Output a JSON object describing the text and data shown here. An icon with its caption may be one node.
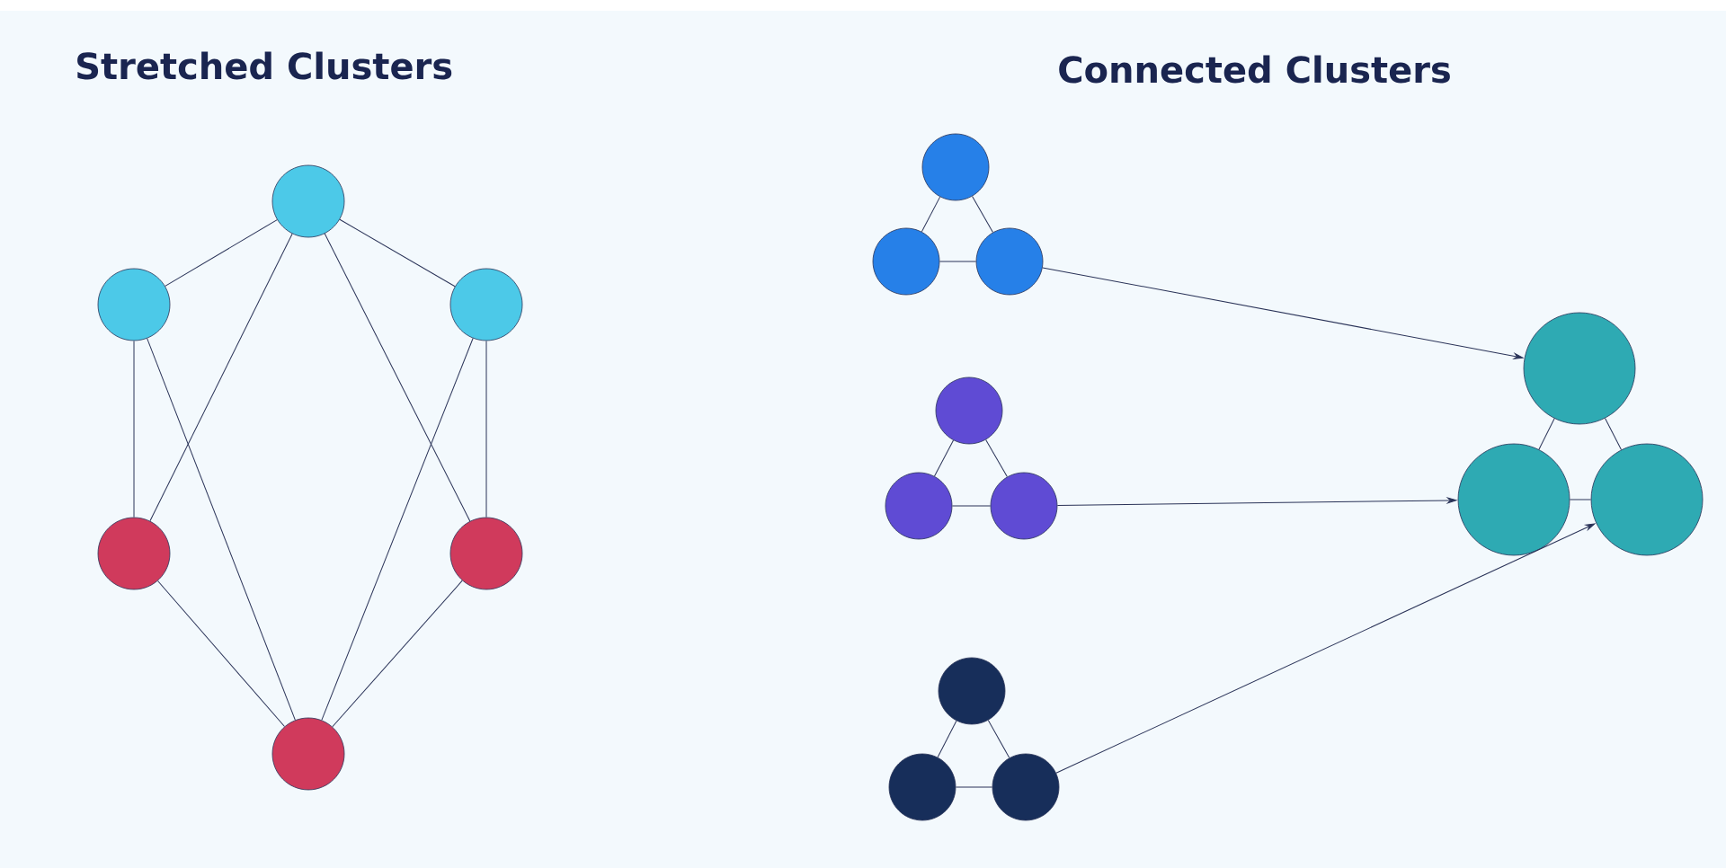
{
  "diagram": {
    "nodes": [
      {
        "text": [],
        "shape": "circle"
      },
      {
        "text": [],
        "shape": "circle"
      },
      {
        "text": [],
        "shape": "circle"
      },
      {
        "text": [],
        "shape": "circle"
      },
      {
        "text": [],
        "shape": "circle"
      },
      {
        "text": [],
        "shape": "circle"
      },
      {
        "text": [],
        "shape": "circle"
      },
      {
        "text": [],
        "shape": "circle"
      },
      {
        "text": [],
        "shape": "circle"
      },
      {
        "text": [],
        "shape": "circle"
      },
      {
        "text": [],
        "shape": "circle"
      },
      {
        "text": [],
        "shape": "circle"
      },
      {
        "text": [],
        "shape": "circle"
      },
      {
        "text": [],
        "shape": "circle"
      },
      {
        "text": [],
        "shape": "circle"
      },
      {
        "text": [],
        "shape": "circle"
      },
      {
        "text": [],
        "shape": "circle"
      },
      {
        "text": [],
        "shape": "circle"
      }
    ],
    "edges": [
      {
        "from": 0,
        "to": 1,
        "arrow": "none"
      },
      {
        "from": 0,
        "to": 2,
        "arrow": "none"
      },
      {
        "from": 0,
        "to": 3,
        "arrow": "none"
      },
      {
        "from": 0,
        "to": 4,
        "arrow": "none"
      },
      {
        "from": 1,
        "to": 3,
        "arrow": "none"
      },
      {
        "from": 1,
        "to": 5,
        "arrow": "none"
      },
      {
        "from": 2,
        "to": 4,
        "arrow": "none"
      },
      {
        "from": 2,
        "to": 5,
        "arrow": "none"
      },
      {
        "from": 3,
        "to": 5,
        "arrow": "none"
      },
      {
        "from": 4,
        "to": 5,
        "arrow": "none"
      },
      {
        "from": 6,
        "to": 7,
        "arrow": "none"
      },
      {
        "from": 6,
        "to": 8,
        "arrow": "none"
      },
      {
        "from": 7,
        "to": 8,
        "arrow": "none"
      },
      {
        "from": 9,
        "to": 10,
        "arrow": "none"
      },
      {
        "from": 9,
        "to": 11,
        "arrow": "none"
      },
      {
        "from": 10,
        "to": 11,
        "arrow": "none"
      },
      {
        "from": 12,
        "to": 13,
        "arrow": "none"
      },
      {
        "from": 12,
        "to": 14,
        "arrow": "none"
      },
      {
        "from": 13,
        "to": 14,
        "arrow": "none"
      },
      {
        "from": 15,
        "to": 16,
        "arrow": "none"
      },
      {
        "from": 15,
        "to": 17,
        "arrow": "none"
      },
      {
        "from": 16,
        "to": 17,
        "arrow": "none"
      },
      {
        "from": 8,
        "to": 15,
        "arrow": "to"
      },
      {
        "from": 11,
        "to": 16,
        "arrow": "to"
      },
      {
        "from": 14,
        "to": 17,
        "arrow": "to"
      }
    ],
    "labels": [
      "Stretched Clusters",
      "Connected Clusters"
    ]
  }
}
